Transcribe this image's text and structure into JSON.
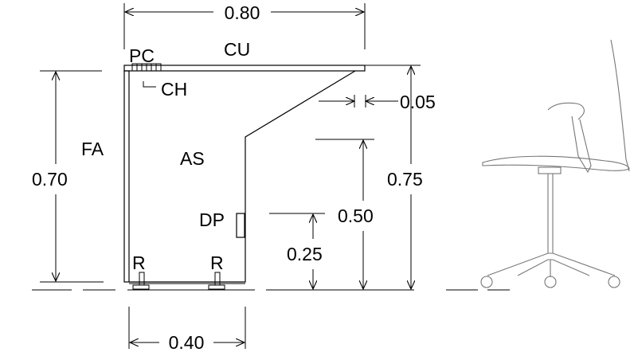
{
  "labels": {
    "pc": "PC",
    "cu": "CU",
    "ch": "CH",
    "fa": "FA",
    "as": "AS",
    "dp": "DP",
    "r_left": "R",
    "r_right": "R"
  },
  "dimensions": {
    "total_width": "0.80",
    "base_width": "0.40",
    "overhang": "0.05",
    "left_height": "0.70",
    "total_height": "0.75",
    "support_height": "0.50",
    "panel_height": "0.25"
  }
}
